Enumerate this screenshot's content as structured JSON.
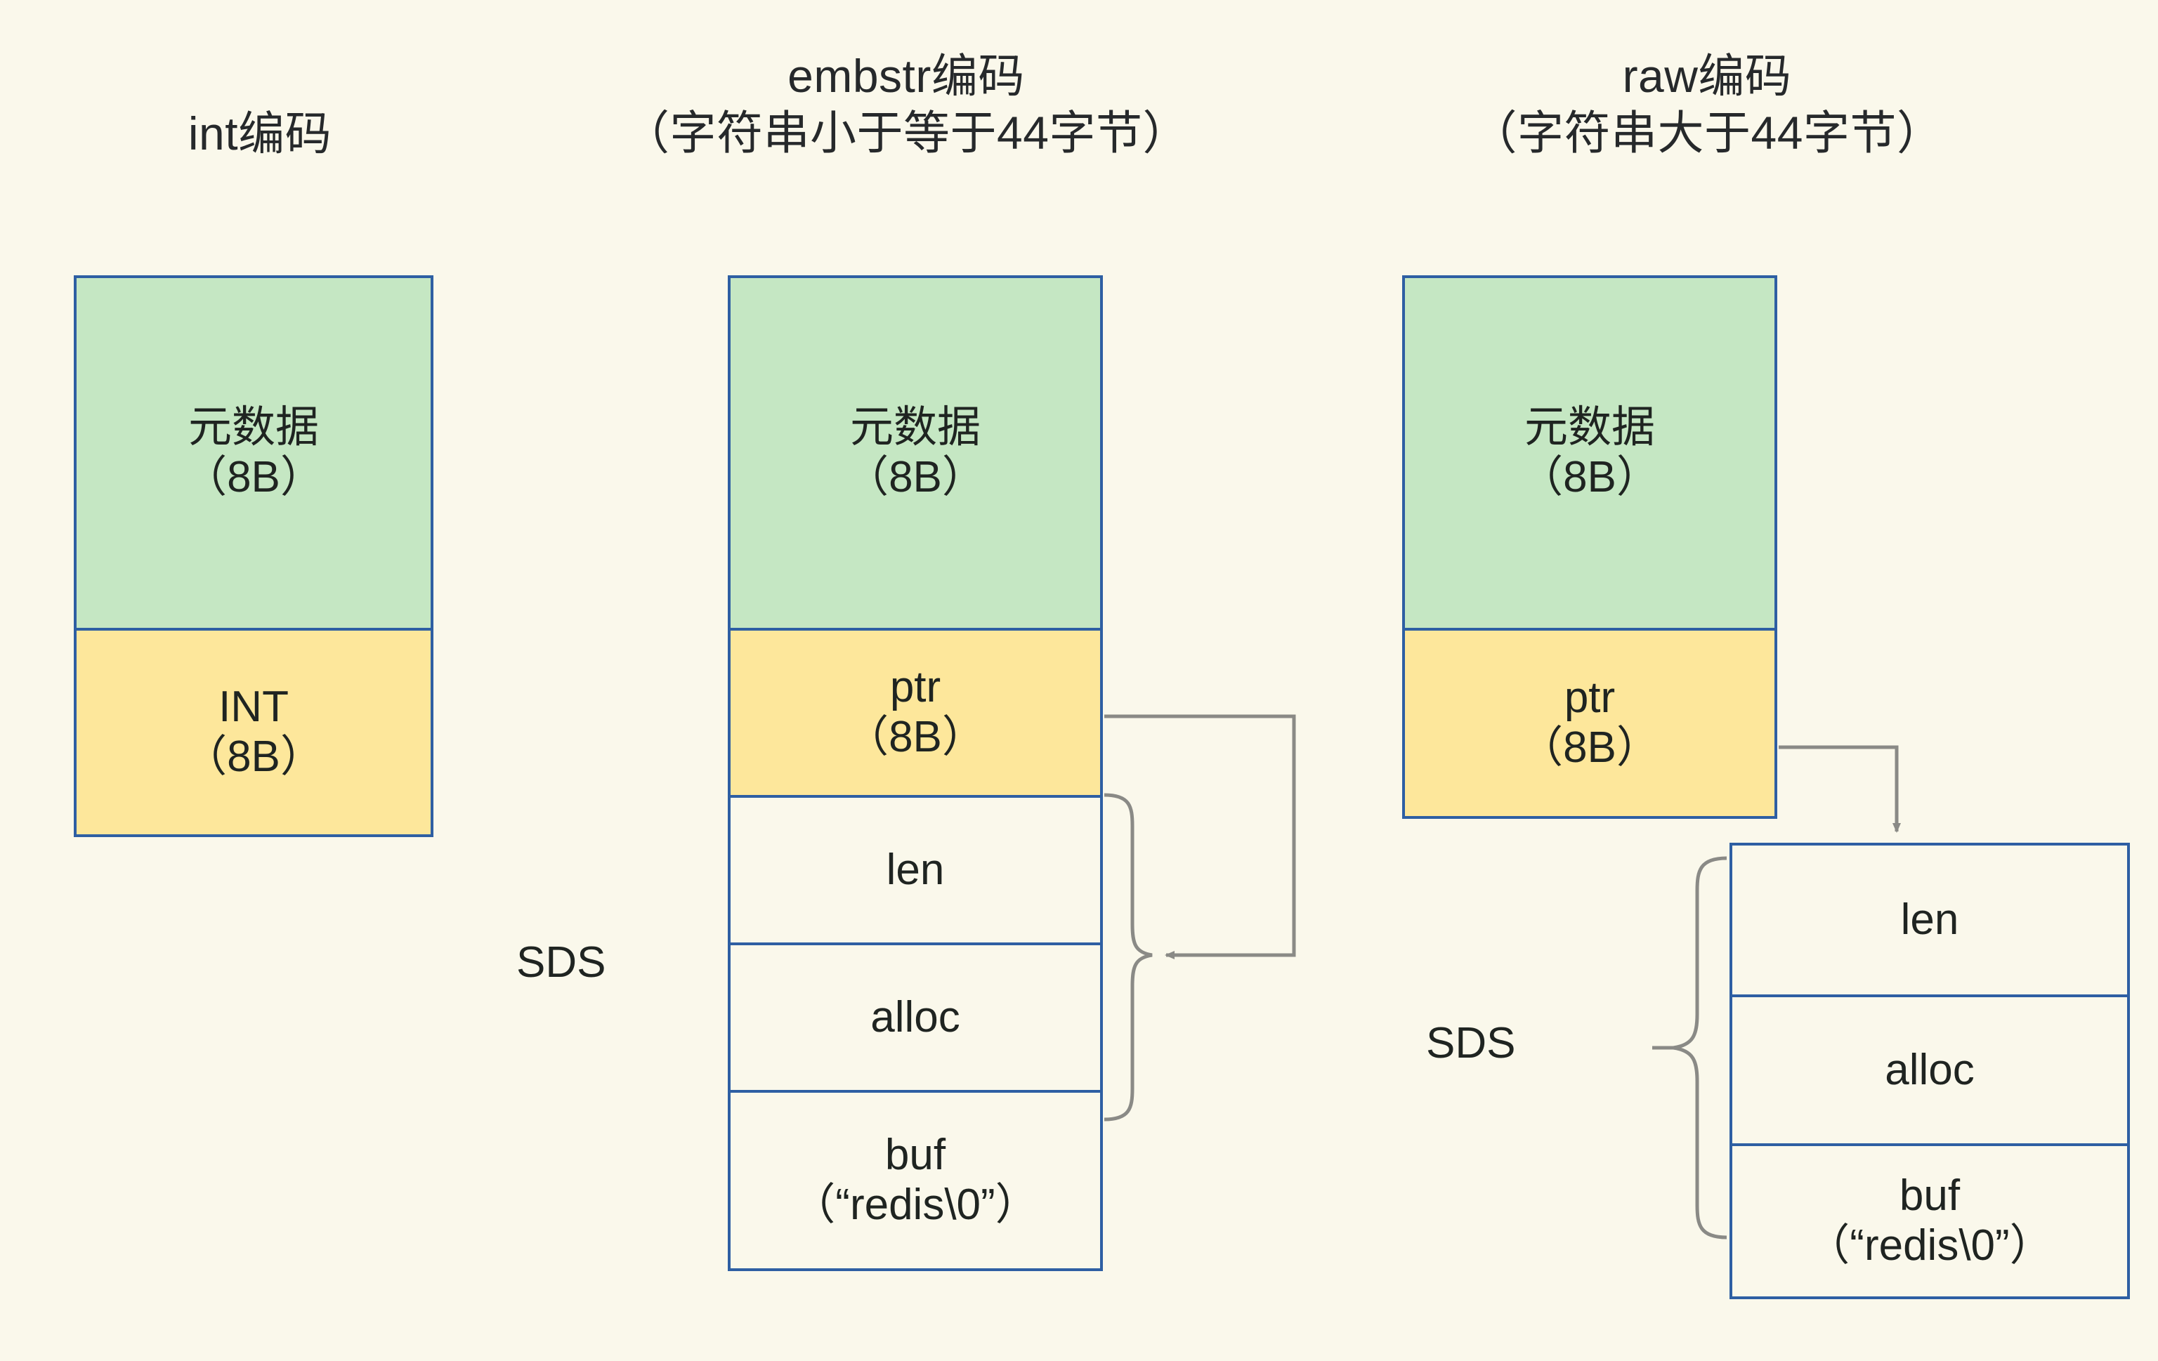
{
  "page": {
    "background_color": "#faf8eb",
    "border_color": "#2e5fa3",
    "green_fill": "#c5e7c3",
    "yellow_fill": "#fde79b",
    "connector_color": "#808080"
  },
  "columns": [
    {
      "id": "int",
      "title_line1": "int编码",
      "title_line2": "",
      "cells": [
        {
          "label": "元数据",
          "sub": "（8B）",
          "fill": "green"
        },
        {
          "label": "INT",
          "sub": "（8B）",
          "fill": "yellow"
        }
      ]
    },
    {
      "id": "embstr",
      "title_line1": "embstr编码",
      "title_line2": "（字符串小于等于44字节）",
      "sds_label": "SDS",
      "cells": [
        {
          "label": "元数据",
          "sub": "（8B）",
          "fill": "green"
        },
        {
          "label": "ptr",
          "sub": "（8B）",
          "fill": "yellow"
        },
        {
          "label": "len",
          "sub": "",
          "fill": "plain"
        },
        {
          "label": "alloc",
          "sub": "",
          "fill": "plain"
        },
        {
          "label": "buf",
          "sub": "（“redis\\0”）",
          "fill": "plain"
        }
      ]
    },
    {
      "id": "raw",
      "title_line1": "raw编码",
      "title_line2": "（字符串大于44字节）",
      "sds_label": "SDS",
      "cells": [
        {
          "label": "元数据",
          "sub": "（8B）",
          "fill": "green"
        },
        {
          "label": "ptr",
          "sub": "（8B）",
          "fill": "yellow"
        }
      ],
      "sds_cells": [
        {
          "label": "len",
          "sub": "",
          "fill": "plain"
        },
        {
          "label": "alloc",
          "sub": "",
          "fill": "plain"
        },
        {
          "label": "buf",
          "sub": "（“redis\\0”）",
          "fill": "plain"
        }
      ]
    }
  ]
}
